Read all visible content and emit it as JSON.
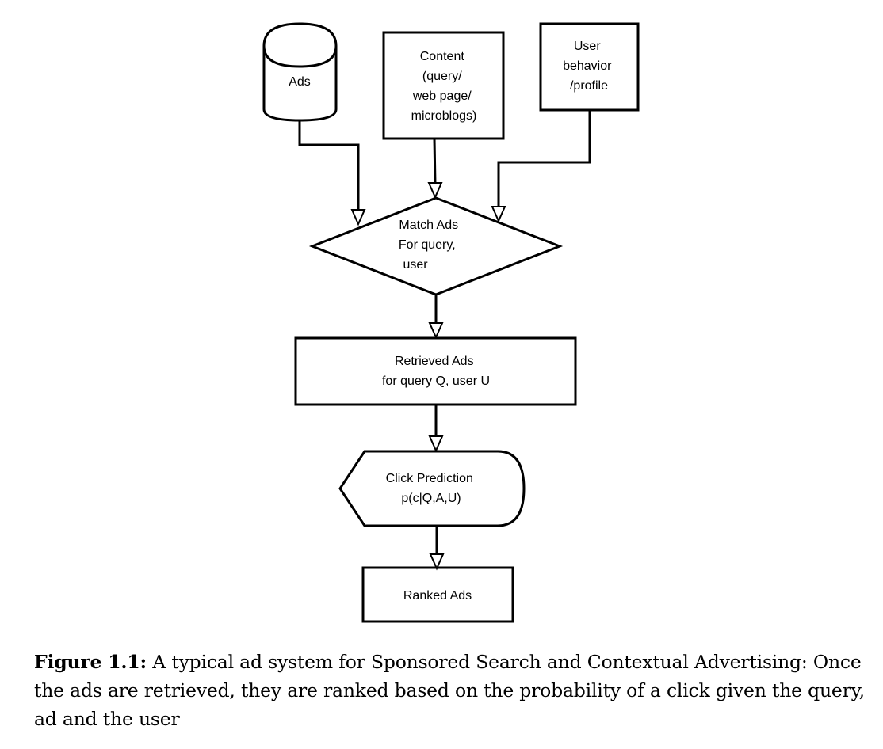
{
  "nodes": {
    "ads_db": {
      "lines": [
        "Ads"
      ]
    },
    "content": {
      "lines": [
        "Content",
        "(query/",
        "web page/",
        "microblogs)"
      ]
    },
    "user_behavior": {
      "lines": [
        "User",
        "behavior",
        "/profile"
      ]
    },
    "match": {
      "lines": [
        "Match Ads",
        "For query,",
        "user"
      ]
    },
    "retrieved": {
      "lines": [
        "Retrieved Ads",
        "for query Q, user U"
      ]
    },
    "click_prediction": {
      "lines": [
        "Click Prediction",
        "p(c|Q,A,U)"
      ]
    },
    "ranked": {
      "lines": [
        "Ranked Ads"
      ]
    }
  },
  "edges": [
    {
      "from": "ads_db",
      "to": "match"
    },
    {
      "from": "content",
      "to": "match"
    },
    {
      "from": "user_behavior",
      "to": "match"
    },
    {
      "from": "match",
      "to": "retrieved"
    },
    {
      "from": "retrieved",
      "to": "click_prediction"
    },
    {
      "from": "click_prediction",
      "to": "ranked"
    }
  ],
  "caption": {
    "label": "Figure 1.1:",
    "text": "A typical ad system for Sponsored Search and Contextual Advertising: Once the ads are retrieved, they are ranked based on the probability of a click given the query, ad and the user"
  }
}
